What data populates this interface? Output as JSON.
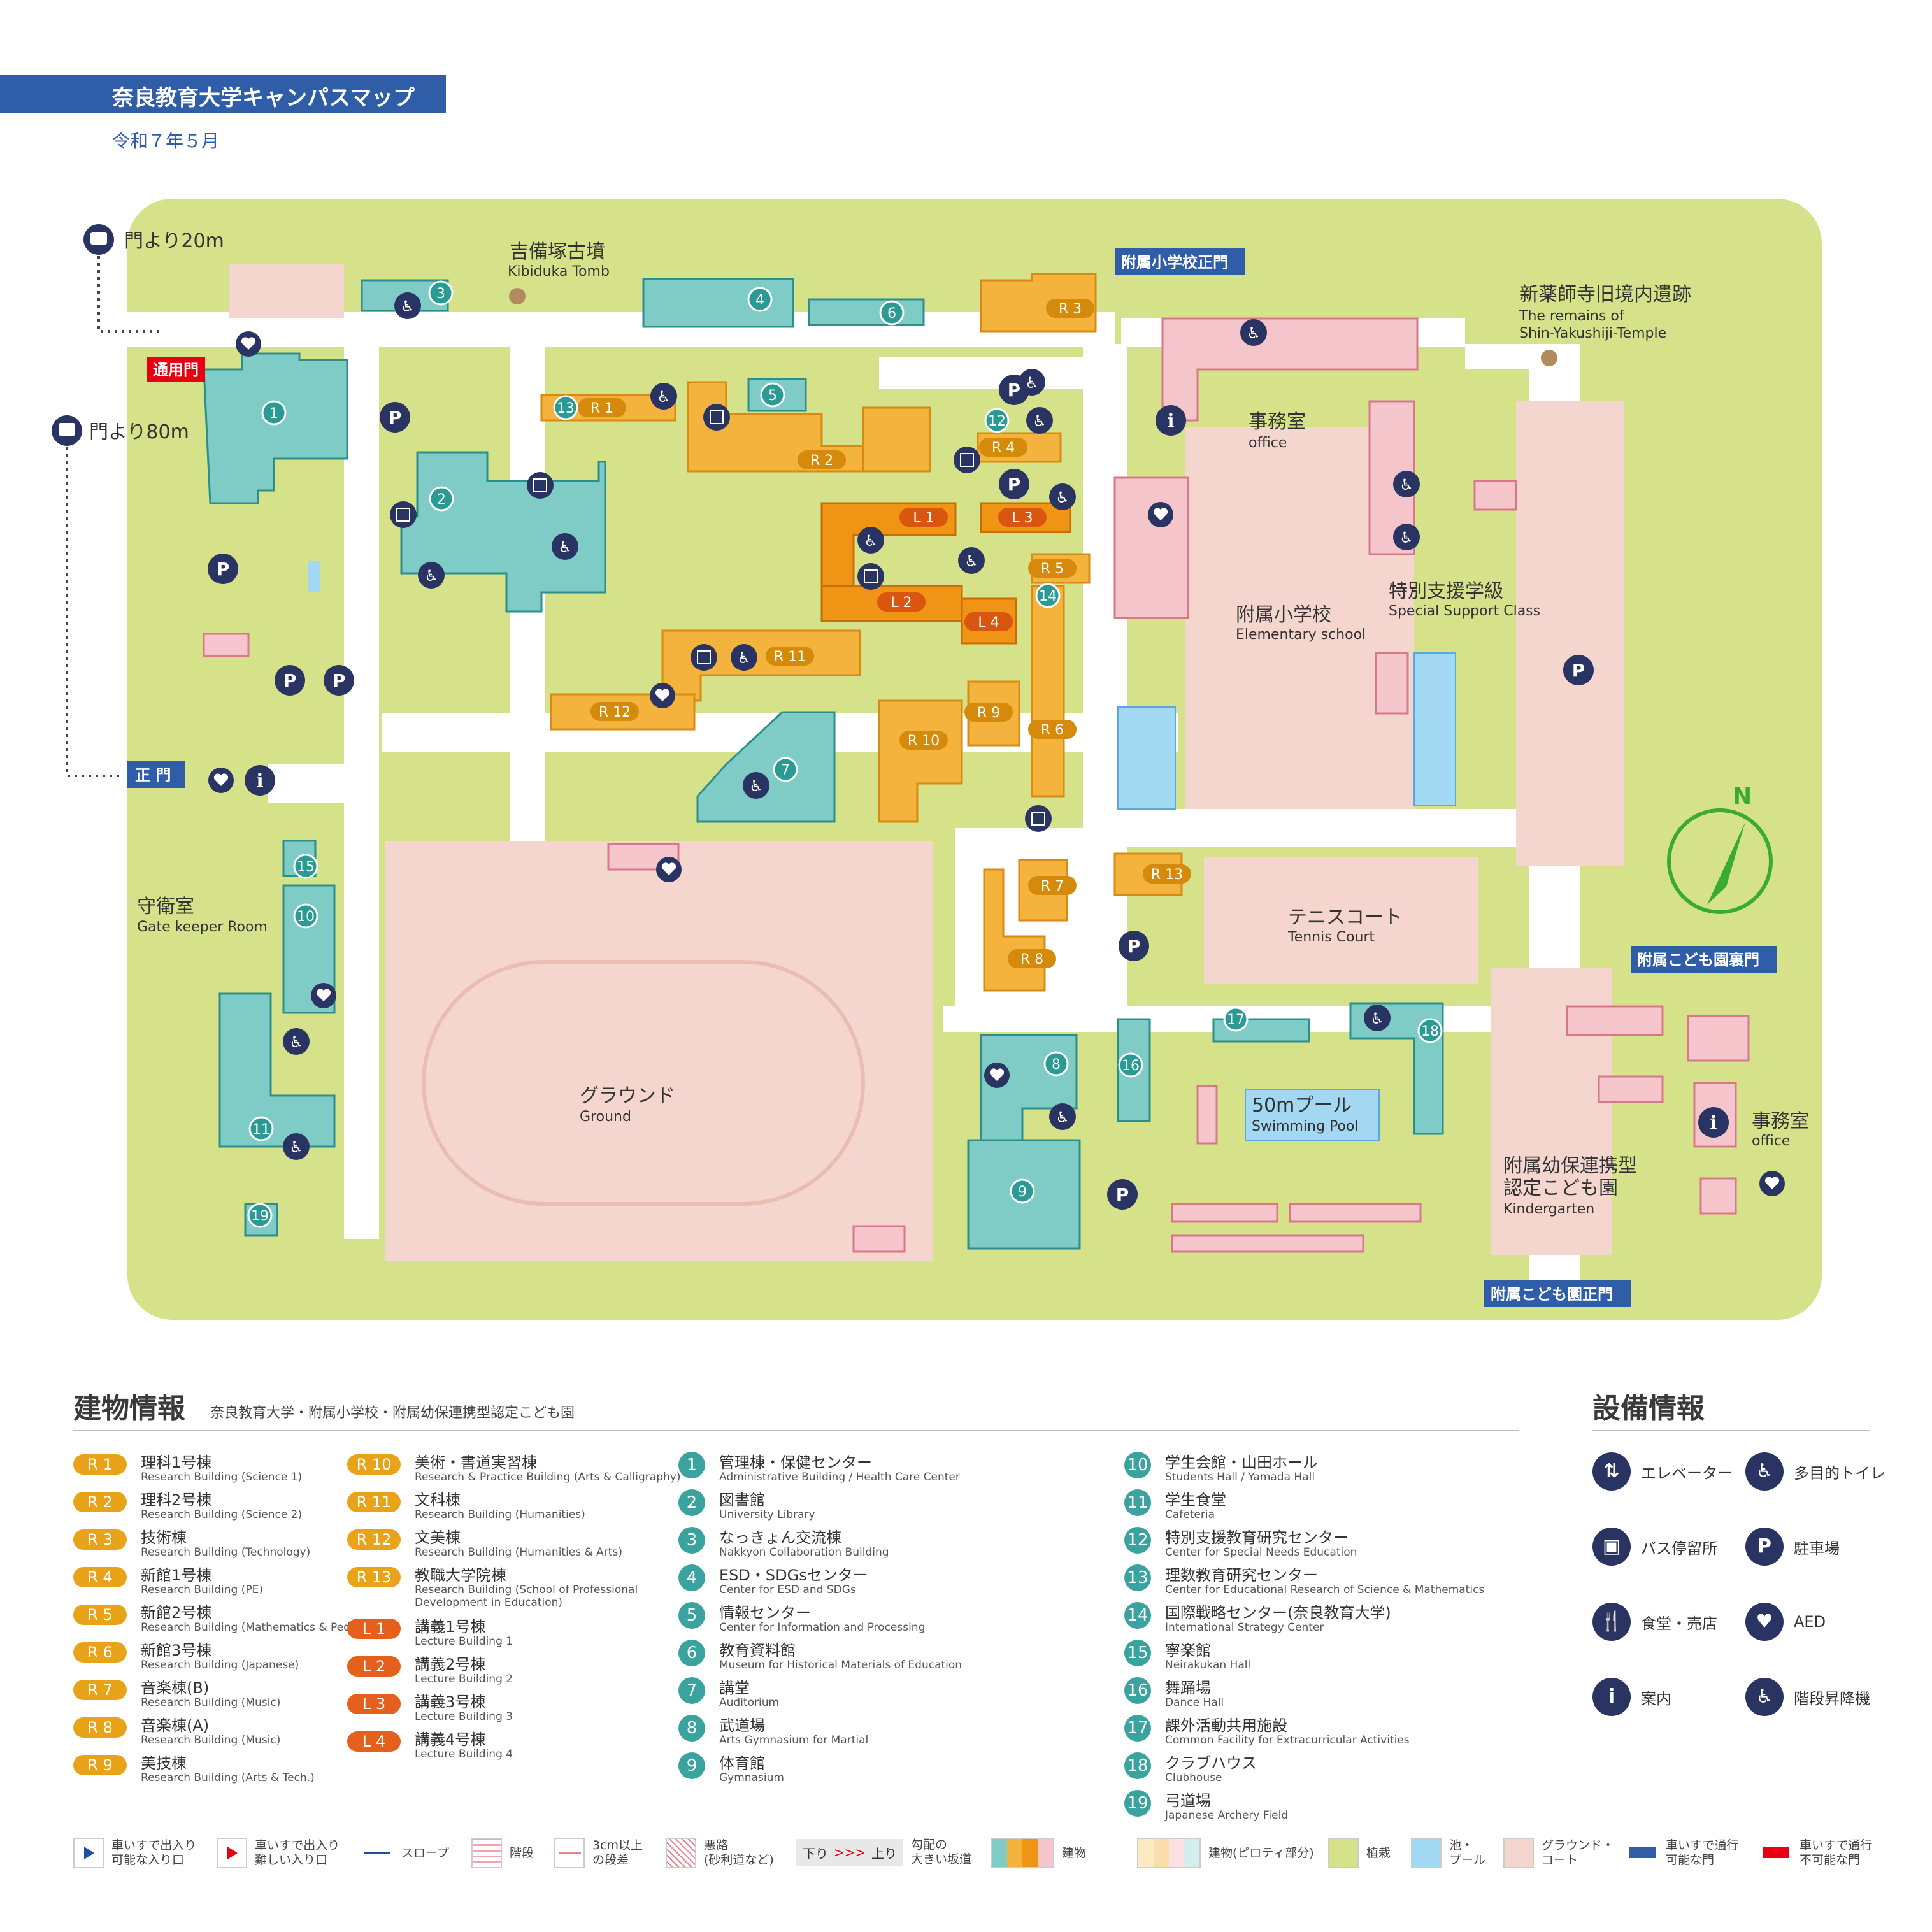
{
  "header": {
    "title": "奈良教育大学キャンパスマップ",
    "date": "令和７年５月"
  },
  "colors": {
    "grass": "#d5e28a",
    "road": "#ffffff",
    "teal": "#7fcbc5",
    "orange": "#f3b33d",
    "dark_orange": "#ef9414",
    "pink": "#f4c6cb",
    "red_pink": "#f09aa6",
    "ground": "#f5d6cf",
    "pool": "#a2d8f2",
    "navy": "#2a3463",
    "blue_label": "#2f5da8",
    "red_label": "#e60012"
  },
  "map": {
    "bus_north": "門より20m",
    "bus_south": "門より80m",
    "gate_service": "通用門",
    "gate_main": "正 門",
    "gate_school": "附属小学校正門",
    "gate_kinder_back": "附属こども園裏門",
    "gate_kinder_main": "附属こども園正門",
    "tomb_ja": "吉備塚古墳",
    "tomb_en": "Kibiduka Tomb",
    "temple_ja": "新薬師寺旧境内遺跡",
    "temple_en1": "The remains of",
    "temple_en2": "Shin-Yakushiji-Temple",
    "office_ja": "事務室",
    "office_en": "office",
    "school_ja": "附属小学校",
    "school_en": "Elementary school",
    "special_ja": "特別支援学級",
    "special_en": "Special Support Class",
    "tennis_ja": "テニスコート",
    "tennis_en": "Tennis Court",
    "ground_ja": "グラウンド",
    "ground_en": "Ground",
    "pool_ja": "50mプール",
    "pool_en": "Swimming Pool",
    "kinder_ja1": "附属幼保連携型",
    "kinder_ja2": "認定こども園",
    "kinder_en": "Kindergarten",
    "gatekeeper_ja": "守衛室",
    "gatekeeper_en": "Gate keeper Room",
    "office2_ja": "事務室",
    "office2_en": "office",
    "compass": "N",
    "labels": {
      "R1": "R 1",
      "R2": "R 2",
      "R3": "R 3",
      "R4": "R 4",
      "R5": "R 5",
      "R6": "R 6",
      "R7": "R 7",
      "R8": "R 8",
      "R9": "R 9",
      "R10": "R 10",
      "R11": "R 11",
      "R12": "R 12",
      "R13": "R 13",
      "L1": "L 1",
      "L2": "L 2",
      "L3": "L 3",
      "L4": "L 4",
      "n1": "1",
      "n2": "2",
      "n3": "3",
      "n4": "4",
      "n5": "5",
      "n6": "6",
      "n7": "7",
      "n8": "8",
      "n9": "9",
      "n10": "10",
      "n11": "11",
      "n12": "12",
      "n13": "13",
      "n14": "14",
      "n15": "15",
      "n16": "16",
      "n17": "17",
      "n18": "18",
      "n19": "19"
    }
  },
  "buildings_section": {
    "title": "建物情報",
    "subtitle": "奈良教育大学・附属小学校・附属幼保連携型認定こども園"
  },
  "facilities_section": {
    "title": "設備情報"
  },
  "legend_r": [
    {
      "badge": "R 1",
      "ja": "理科1号棟",
      "en": "Research Building (Science 1)"
    },
    {
      "badge": "R 2",
      "ja": "理科2号棟",
      "en": "Research Building (Science 2)"
    },
    {
      "badge": "R 3",
      "ja": "技術棟",
      "en": "Research Building (Technology)"
    },
    {
      "badge": "R 4",
      "ja": "新館1号棟",
      "en": "Research Building (PE)"
    },
    {
      "badge": "R 5",
      "ja": "新館2号棟",
      "en": "Research Building (Mathematics & Pedagogy)"
    },
    {
      "badge": "R 6",
      "ja": "新館3号棟",
      "en": "Research Building (Japanese)"
    },
    {
      "badge": "R 7",
      "ja": "音楽棟(B)",
      "en": "Research Building (Music)"
    },
    {
      "badge": "R 8",
      "ja": "音楽棟(A)",
      "en": "Research Building (Music)"
    },
    {
      "badge": "R 9",
      "ja": "美技棟",
      "en": "Research Building (Arts & Tech.)"
    }
  ],
  "legend_r2": [
    {
      "badge": "R 10",
      "ja": "美術・書道実習棟",
      "en": "Research & Practice Building (Arts & Calligraphy)",
      "kind": "r"
    },
    {
      "badge": "R 11",
      "ja": "文科棟",
      "en": "Research Building (Humanities)",
      "kind": "r"
    },
    {
      "badge": "R 12",
      "ja": "文美棟",
      "en": "Research Building (Humanities & Arts)",
      "kind": "r"
    },
    {
      "badge": "R 13",
      "ja": "教職大学院棟",
      "en": "Research Building (School of Professional",
      "en2": "Development in Education)",
      "kind": "r"
    },
    {
      "badge": "L 1",
      "ja": "講義1号棟",
      "en": "Lecture Building 1",
      "kind": "l"
    },
    {
      "badge": "L 2",
      "ja": "講義2号棟",
      "en": "Lecture Building 2",
      "kind": "l"
    },
    {
      "badge": "L 3",
      "ja": "講義3号棟",
      "en": "Lecture Building 3",
      "kind": "l"
    },
    {
      "badge": "L 4",
      "ja": "講義4号棟",
      "en": "Lecture Building 4",
      "kind": "l"
    }
  ],
  "legend_n1": [
    {
      "num": "1",
      "ja": "管理棟・保健センター",
      "en": "Administrative Building /  Health Care Center"
    },
    {
      "num": "2",
      "ja": "図書館",
      "en": "University Library"
    },
    {
      "num": "3",
      "ja": "なっきょん交流棟",
      "en": "Nakkyon Collaboration Building"
    },
    {
      "num": "4",
      "ja": "ESD・SDGsセンター",
      "en": "Center for ESD and SDGs"
    },
    {
      "num": "5",
      "ja": "情報センター",
      "en": "Center for Information and Processing"
    },
    {
      "num": "6",
      "ja": "教育資料館",
      "en": "Museum for Historical Materials of Education"
    },
    {
      "num": "7",
      "ja": "講堂",
      "en": "Auditorium"
    },
    {
      "num": "8",
      "ja": "武道場",
      "en": "Arts Gymnasium for Martial"
    },
    {
      "num": "9",
      "ja": "体育館",
      "en": "Gymnasium"
    }
  ],
  "legend_n2": [
    {
      "num": "10",
      "ja": "学生会館・山田ホール",
      "en": "Students Hall / Yamada Hall"
    },
    {
      "num": "11",
      "ja": "学生食堂",
      "en": "Cafeteria"
    },
    {
      "num": "12",
      "ja": "特別支援教育研究センター",
      "en": "Center for Special Needs Education"
    },
    {
      "num": "13",
      "ja": "理数教育研究センター",
      "en": "Center for Educational Research of Science & Mathematics"
    },
    {
      "num": "14",
      "ja": "国際戦略センター(奈良教育大学)",
      "en": "International Strategy Center"
    },
    {
      "num": "15",
      "ja": "寧楽館",
      "en": "Neirakukan Hall"
    },
    {
      "num": "16",
      "ja": "舞踊場",
      "en": "Dance Hall"
    },
    {
      "num": "17",
      "ja": "課外活動共用施設",
      "en": "Common Facility for Extracurricular Activities"
    },
    {
      "num": "18",
      "ja": "クラブハウス",
      "en": "Clubhouse"
    },
    {
      "num": "19",
      "ja": "弓道場",
      "en": "Japanese Archery Field"
    }
  ],
  "facilities": [
    {
      "icon": "elevator-icon",
      "glyph": "⇅",
      "label": "エレベーター"
    },
    {
      "icon": "accessible-toilet-icon",
      "glyph": "♿",
      "label": "多目的トイレ"
    },
    {
      "icon": "bus-stop-icon",
      "glyph": "▣",
      "label": "バス停留所"
    },
    {
      "icon": "parking-icon",
      "glyph": "P",
      "label": "駐車場"
    },
    {
      "icon": "cafeteria-icon",
      "glyph": "🍴",
      "label": "食堂・売店"
    },
    {
      "icon": "aed-icon",
      "glyph": "♥",
      "label": "AED"
    },
    {
      "icon": "info-icon",
      "glyph": "i",
      "label": "案内"
    },
    {
      "icon": "stair-lift-icon",
      "glyph": "♿",
      "label": "階段昇降機"
    }
  ],
  "keys": [
    {
      "name": "wheelchair-entrance",
      "text": "車いすで出入り\n可能な入り口"
    },
    {
      "name": "difficult-entrance",
      "text": "車いすで出入り\n難しい入り口"
    },
    {
      "name": "slope",
      "text": "スロープ"
    },
    {
      "name": "stairs",
      "text": "階段"
    },
    {
      "name": "step",
      "text": "3cm以上\nの段差"
    },
    {
      "name": "bad-road",
      "text": "悪路\n(砂利道など)"
    },
    {
      "name": "steep-slope",
      "text": "勾配の\n大きい坂道",
      "down": "下り",
      "up": "上り"
    },
    {
      "name": "building",
      "text": "建物"
    },
    {
      "name": "piloti",
      "text": "建物(ピロティ部分)"
    },
    {
      "name": "planting",
      "text": "植栽"
    },
    {
      "name": "pond",
      "text": "池・\nプール"
    },
    {
      "name": "ground-court",
      "text": "グラウンド・\nコート"
    },
    {
      "name": "gate-ok",
      "text": "車いすで通行\n可能な門"
    },
    {
      "name": "gate-ng",
      "text": "車いすで通行\n不可能な門"
    }
  ]
}
